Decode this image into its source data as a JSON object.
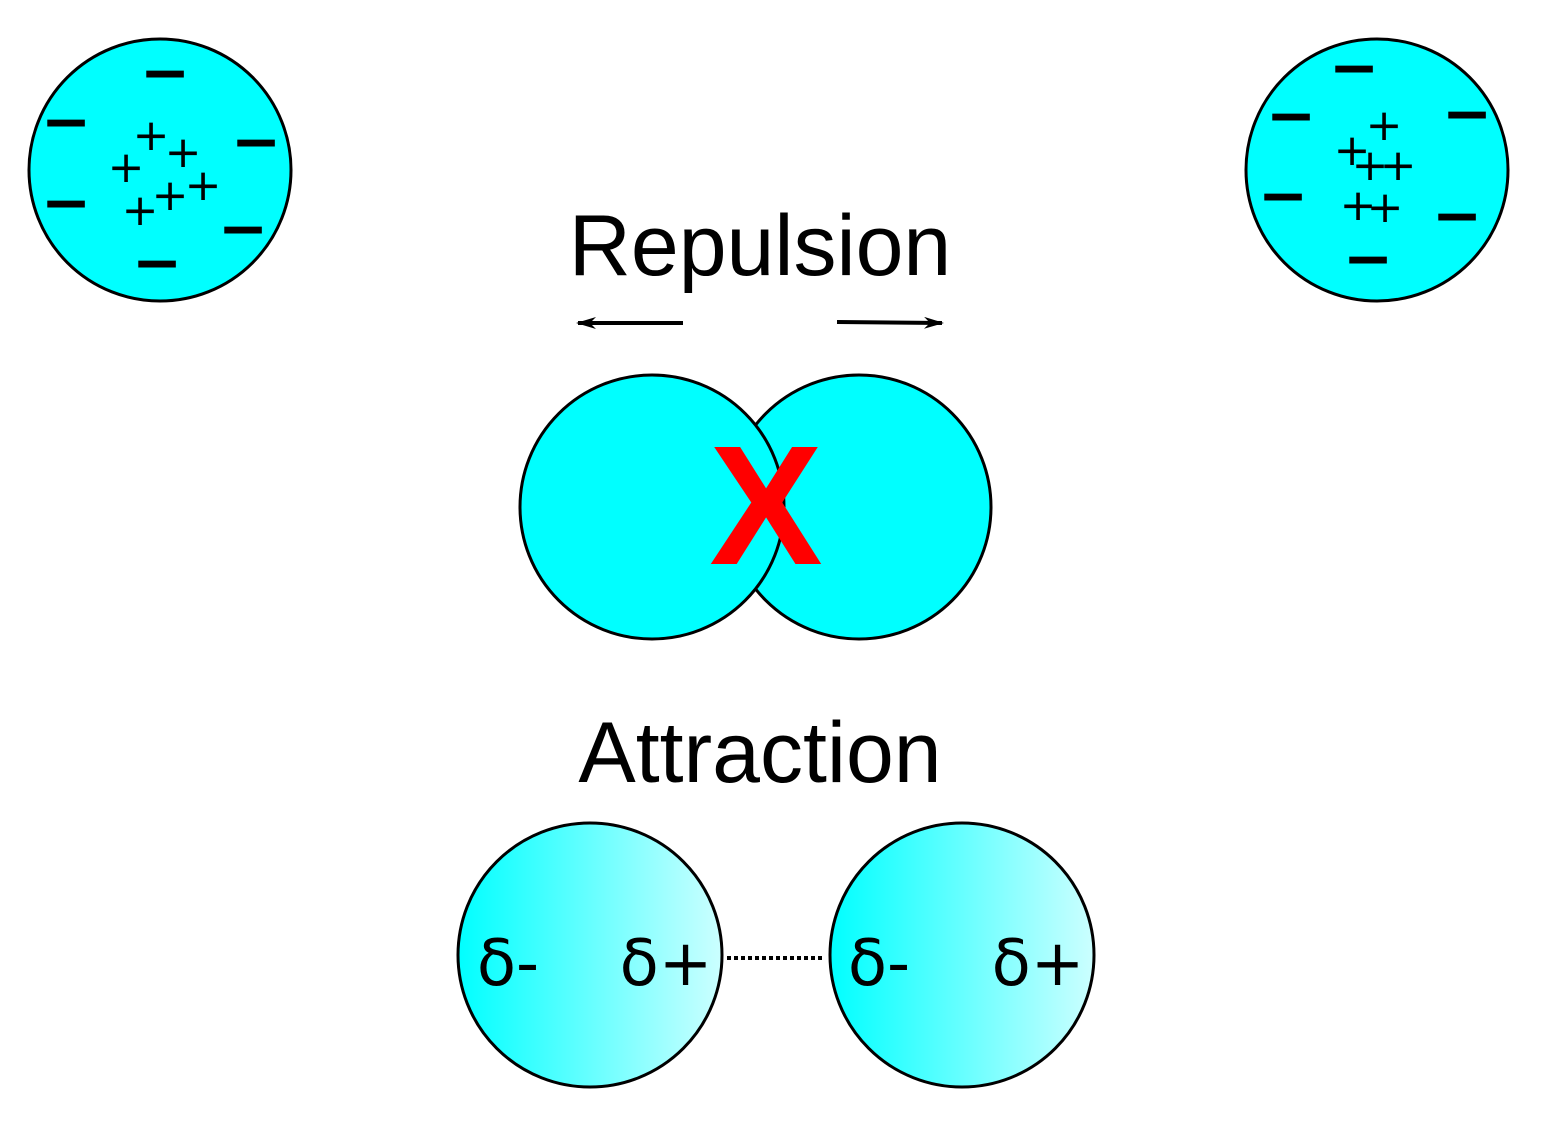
{
  "colors": {
    "atom_fill": "#00ffff",
    "atom_fill_light": "#ccffff",
    "outline": "#000000",
    "x_mark": "#ff0000"
  },
  "labels": {
    "repulsion": "Repulsion",
    "attraction": "Attraction",
    "x_mark": "X"
  },
  "charges": {
    "plus": "+",
    "minus": "−",
    "delta_minus": "δ-",
    "delta_plus": "δ+"
  },
  "icons": {
    "repulsion_arrows": "double-arrow-outward",
    "bond": "dotted-line"
  }
}
